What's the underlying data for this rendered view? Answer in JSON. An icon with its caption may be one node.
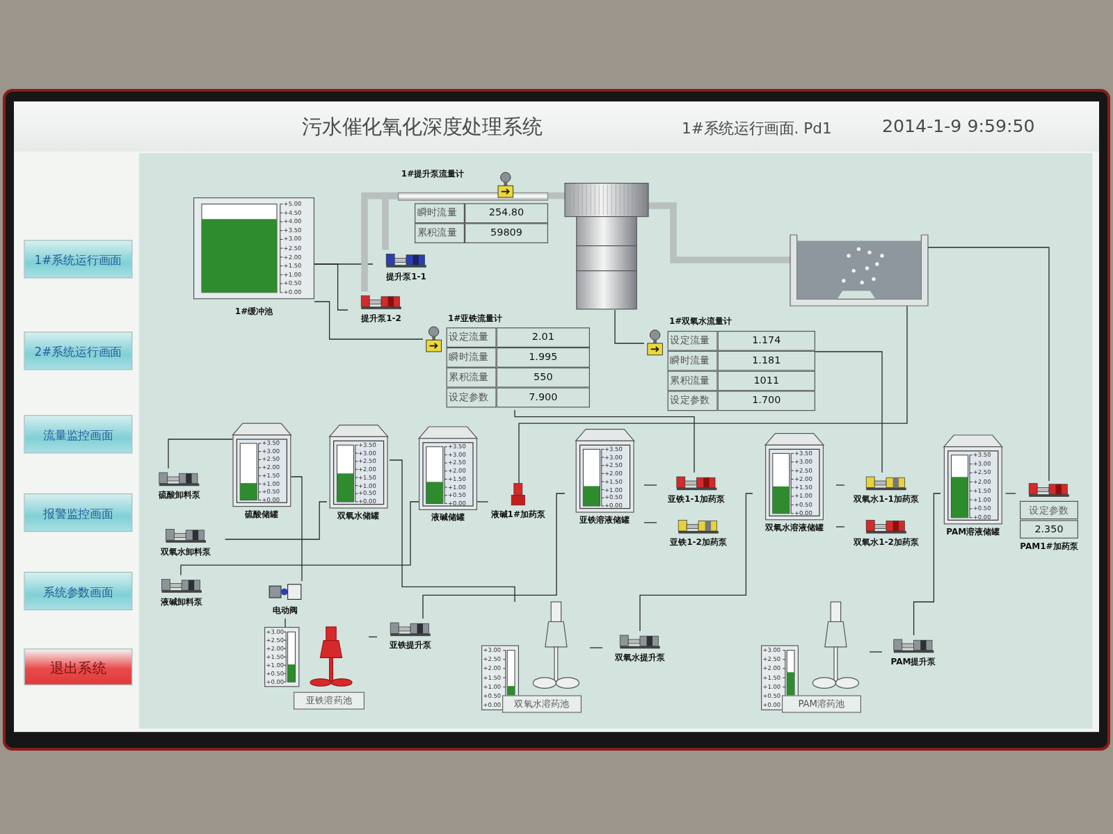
{
  "diagram": {
    "title": "污水催化氧化深度处理系统",
    "nodes": [
      {
        "text": [
          "1#系统运行画面"
        ]
      },
      {
        "text": [
          "2#系统运行画面"
        ]
      },
      {
        "text": [
          "流量监控画面"
        ]
      },
      {
        "text": [
          "报警监控画面"
        ]
      },
      {
        "text": [
          "系统参数画面"
        ]
      },
      {
        "text": [
          "退出系统"
        ]
      },
      {
        "text": [
          "+5.00",
          "+4.50",
          "+4.00",
          "+3.50",
          "+3.00",
          "+2.50",
          "+2.00",
          "+1.50",
          "+1.00",
          "+0.50",
          "+0.00",
          "1#缓冲池"
        ]
      },
      {
        "text": [
          "提升泵1-1"
        ]
      },
      {
        "text": [
          "提升泵1-2"
        ]
      },
      {
        "text": [
          "1#提升泵流量计",
          "瞬时流量",
          "254.80",
          "累积流量",
          "59809"
        ]
      },
      {
        "text": [],
        "shape": "cylinder"
      },
      {
        "text": [],
        "shape": "box"
      },
      {
        "text": [
          "1#亚铁流量计",
          "设定流量",
          "2.01",
          "瞬时流量",
          "1.995",
          "累积流量",
          "550",
          "设定参数",
          "7.900"
        ]
      },
      {
        "text": [
          "1#双氧水流量计",
          "设定流量",
          "1.174",
          "瞬时流量",
          "1.181",
          "累积流量",
          "1011",
          "设定参数",
          "1.700"
        ]
      },
      {
        "text": [
          "硫酸卸料泵"
        ]
      },
      {
        "text": [
          "+3.50",
          "+3.00",
          "+2.50",
          "+2.00",
          "+1.50",
          "+1.00",
          "+0.50",
          "+0.00",
          "硫酸储罐"
        ]
      },
      {
        "text": [
          "双氧水卸料泵"
        ]
      },
      {
        "text": [
          "液碱卸料泵"
        ]
      },
      {
        "text": [
          "+3.50",
          "+3.00",
          "+2.50",
          "+2.00",
          "+1.50",
          "+1.00",
          "+0.50",
          "+0.00",
          "双氧水储罐"
        ]
      },
      {
        "text": [
          "+3.50",
          "+3.00",
          "+2.50",
          "+2.00",
          "+1.50",
          "+1.00",
          "+0.50",
          "+0.00",
          "液碱储罐"
        ]
      },
      {
        "text": [
          "液碱1#加药泵"
        ]
      },
      {
        "text": [
          "+3.50",
          "+3.00",
          "+2.50",
          "+2.00",
          "+1.50",
          "+1.00",
          "+0.50",
          "+0.00",
          "亚铁溶液储罐"
        ]
      },
      {
        "text": [
          "亚铁1-1加药泵"
        ]
      },
      {
        "text": [
          "亚铁1-2加药泵"
        ]
      },
      {
        "text": [
          "+3.50",
          "+3.00",
          "+2.50",
          "+2.00",
          "+1.50",
          "+1.00",
          "+0.50",
          "+0.00",
          "双氧水溶液储罐"
        ]
      },
      {
        "text": [
          "双氧水1-1加药泵"
        ]
      },
      {
        "text": [
          "双氧水1-2加药泵"
        ]
      },
      {
        "text": [
          "+3.50",
          "+3.00",
          "+2.50",
          "+2.00",
          "+1.50",
          "+1.00",
          "+0.50",
          "+0.00",
          "PAM溶液储罐"
        ]
      },
      {
        "text": [
          "设定参数",
          "2.350",
          "PAM1#加药泵"
        ]
      },
      {
        "text": [
          "电动阀"
        ]
      },
      {
        "text": [
          "+3.00",
          "+2.50",
          "+2.00",
          "+1.50",
          "+1.00",
          "+0.50",
          "+0.00",
          "亚铁溶药池"
        ]
      },
      {
        "text": [
          "亚铁提升泵"
        ]
      },
      {
        "text": [
          "+3.00",
          "+2.50",
          "+2.00",
          "+1.50",
          "+1.00",
          "+0.50",
          "+0.00",
          "双氧水溶药池"
        ]
      },
      {
        "text": [
          "双氧水提升泵"
        ]
      },
      {
        "text": [
          "+3.00",
          "+2.50",
          "+2.00",
          "+1.50",
          "+1.00",
          "+0.50",
          "+0.00",
          "PAM溶药池"
        ]
      },
      {
        "text": [
          "PAM提升泵"
        ]
      }
    ],
    "edges": [
      {
        "from": 6,
        "to": 7,
        "arrow": "none"
      },
      {
        "from": 6,
        "to": 8,
        "arrow": "none"
      },
      {
        "from": 7,
        "to": 9,
        "arrow": "none",
        "style": "thick",
        "color": "#b9bfbf"
      },
      {
        "from": 8,
        "to": 9,
        "arrow": "none",
        "style": "thick",
        "color": "#b9bfbf"
      },
      {
        "from": 9,
        "to": 10,
        "arrow": "none",
        "style": "thick",
        "color": "#b9bfbf"
      },
      {
        "from": 10,
        "to": 11,
        "arrow": "none",
        "style": "thick",
        "color": "#b9bfbf"
      },
      {
        "from": 6,
        "to": 12,
        "arrow": "none"
      },
      {
        "from": 10,
        "to": 13,
        "arrow": "none"
      },
      {
        "from": 12,
        "to": 22,
        "arrow": "none"
      },
      {
        "from": 13,
        "to": 25,
        "arrow": "none"
      },
      {
        "from": 11,
        "to": 28,
        "arrow": "none"
      },
      {
        "from": 20,
        "to": 11,
        "arrow": "none"
      },
      {
        "from": 14,
        "to": 15,
        "arrow": "none"
      },
      {
        "from": 16,
        "to": 18,
        "arrow": "none"
      },
      {
        "from": 17,
        "to": 19,
        "arrow": "none"
      },
      {
        "from": 18,
        "to": 32,
        "arrow": "none"
      },
      {
        "from": 15,
        "to": 29,
        "arrow": "none"
      },
      {
        "from": 29,
        "to": 30,
        "arrow": "none"
      },
      {
        "from": 30,
        "to": 31,
        "arrow": "none"
      },
      {
        "from": 31,
        "to": 21,
        "arrow": "none"
      },
      {
        "from": 19,
        "to": 20,
        "arrow": "none"
      },
      {
        "from": 21,
        "to": 22,
        "arrow": "none"
      },
      {
        "from": 21,
        "to": 23,
        "arrow": "none"
      },
      {
        "from": 24,
        "to": 25,
        "arrow": "none"
      },
      {
        "from": 24,
        "to": 26,
        "arrow": "none"
      },
      {
        "from": 27,
        "to": 28,
        "arrow": "none"
      },
      {
        "from": 32,
        "to": 33,
        "arrow": "none"
      },
      {
        "from": 33,
        "to": 24,
        "arrow": "none"
      },
      {
        "from": 34,
        "to": 35,
        "arrow": "none"
      },
      {
        "from": 35,
        "to": 27,
        "arrow": "none"
      }
    ],
    "labels": [
      "1#系统运行画面. Pd1",
      "2014-1-9 9:59:50"
    ]
  }
}
